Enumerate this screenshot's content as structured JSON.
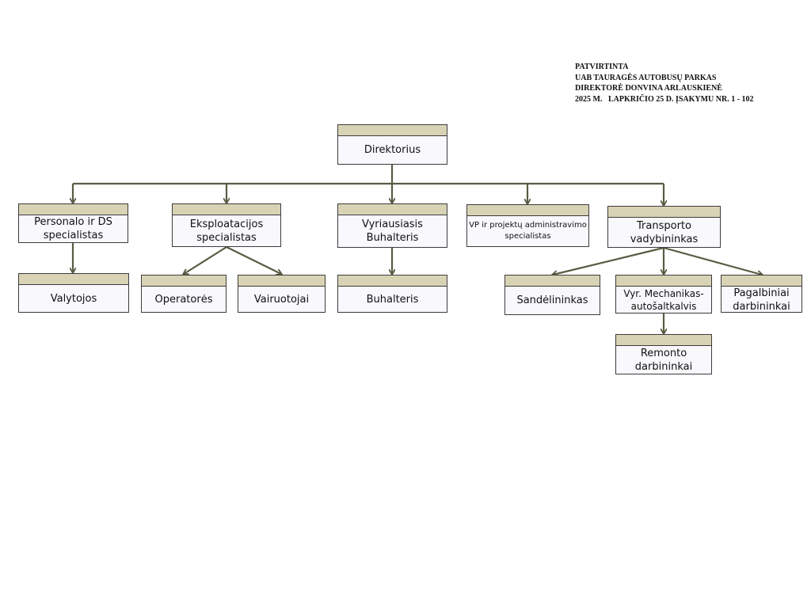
{
  "approval": {
    "lines": [
      "PATVIRTINTA",
      "UAB TAURAGĖS AUTOBUSŲ PARKAS",
      "DIREKTORĖ DONVINA ARLAUSKIENĖ",
      "2025 M.   LAPKRIČIO 25 D. ĮSAKYMU NR. 1 - 102"
    ]
  },
  "colors": {
    "header_band": "#d9d3b5",
    "box_body": "#f8f8fd",
    "connector": "#5b5b45"
  },
  "org": {
    "direktorius": "Direktorius",
    "personalo": "Personalo ir DS specialistas",
    "eksploatacijos": "Eksploatacijos specialistas",
    "vyr_buhalteris": "Vyriausiasis Buhalteris",
    "vp": "VP ir projektų administravimo specialistas",
    "transporto": "Transporto vadybininkas",
    "valytojos": "Valytojos",
    "operatores": "Operatorės",
    "vairuotojai": "Vairuotojai",
    "buhalteris": "Buhalteris",
    "sandelininkas": "Sandėlininkas",
    "mechanikas": "Vyr. Mechanikas-autošaltkalvis",
    "pagalbiniai": "Pagalbiniai darbininkai",
    "remonto": "Remonto darbininkai"
  }
}
